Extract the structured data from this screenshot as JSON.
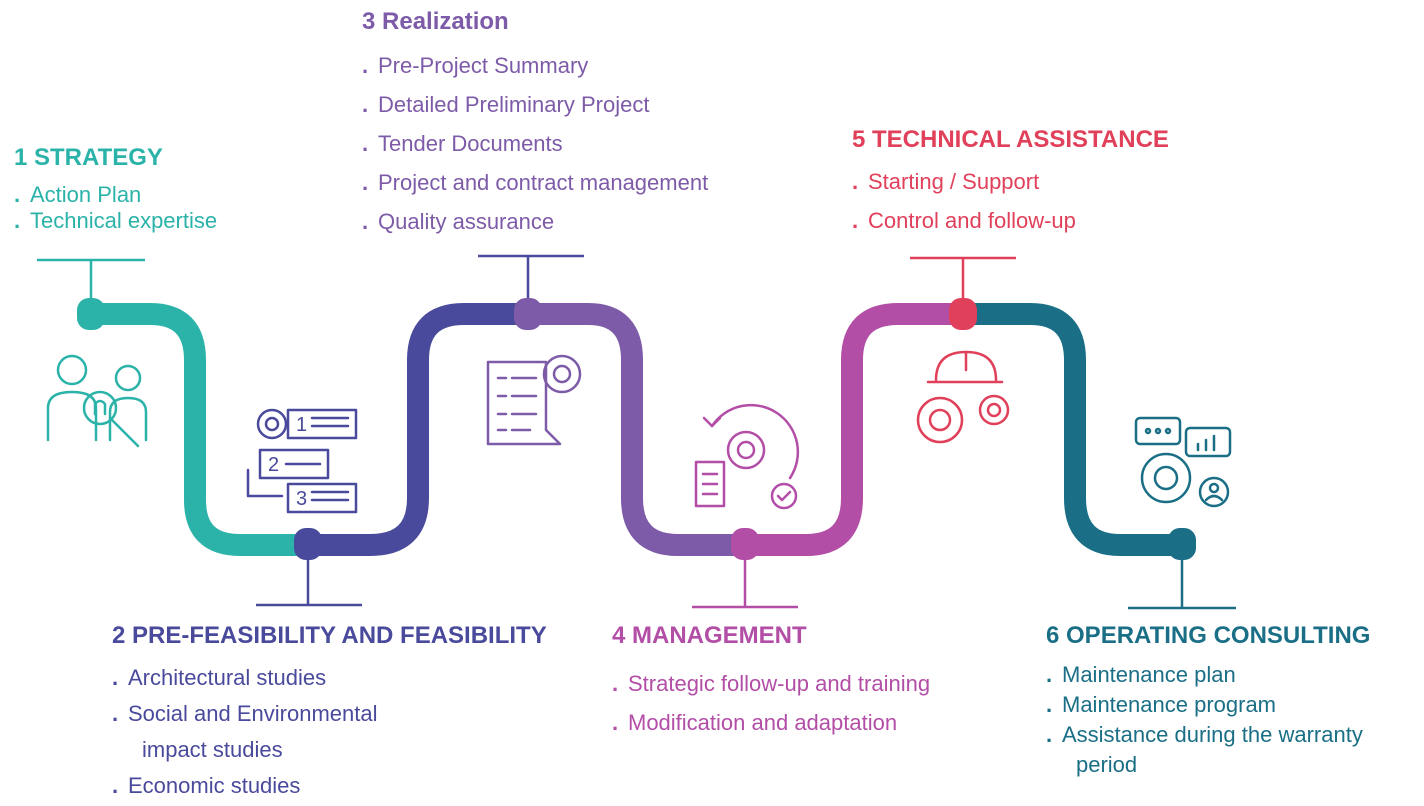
{
  "colors": {
    "stage1": "#2bb3aa",
    "stage2": "#4a4a9c",
    "stage3": "#7d5ba8",
    "stage4": "#b34ea7",
    "stage5": "#e0405a",
    "stage6": "#1a6f86"
  },
  "bullet": ".",
  "stages": [
    {
      "title": "1 STRATEGY",
      "icon": "team-lightbulb-magnifier-icon",
      "items": [
        "Action Plan",
        "Technical expertise"
      ]
    },
    {
      "title": "2 PRE-FEASIBILITY AND FEASIBILITY",
      "icon": "gear-numbered-steps-icon",
      "items": [
        "Architectural studies",
        "Social and Environmental",
        "impact studies",
        "Economic studies"
      ]
    },
    {
      "title": "3 Realization",
      "icon": "checklist-gear-icon",
      "items": [
        "Pre-Project Summary",
        "Detailed Preliminary Project",
        "Tender Documents",
        "Project and contract management",
        "Quality assurance"
      ]
    },
    {
      "title": "4 MANAGEMENT",
      "icon": "cycle-gear-document-icon",
      "items": [
        "Strategic follow-up and training",
        "Modification and adaptation"
      ]
    },
    {
      "title": "5 TECHNICAL ASSISTANCE",
      "icon": "hardhat-gears-icon",
      "items": [
        "Starting / Support",
        "Control and follow-up"
      ]
    },
    {
      "title": "6 OPERATING CONSULTING",
      "icon": "gear-chat-chart-user-icon",
      "items": [
        "Maintenance plan",
        "Maintenance program",
        "Assistance during the warranty",
        "period"
      ]
    }
  ]
}
